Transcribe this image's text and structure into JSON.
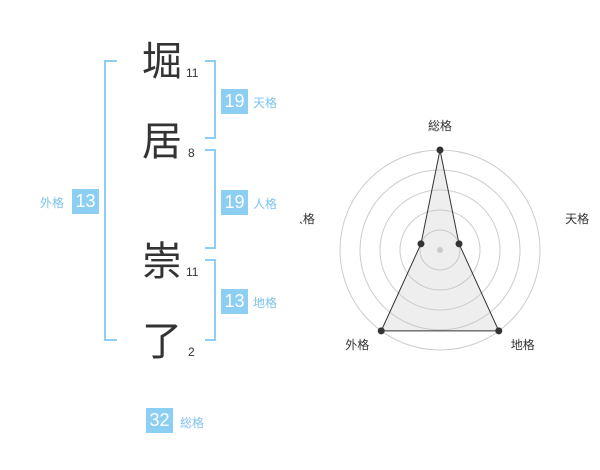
{
  "name": {
    "chars": [
      {
        "char": "堀",
        "strokes": "11"
      },
      {
        "char": "居",
        "strokes": "8"
      },
      {
        "char": "崇",
        "strokes": "11"
      },
      {
        "char": "了",
        "strokes": "2"
      }
    ]
  },
  "fortune": {
    "tenkaku": {
      "value": "19",
      "label": "天格"
    },
    "jinkaku": {
      "value": "19",
      "label": "人格"
    },
    "chikaku": {
      "value": "13",
      "label": "地格"
    },
    "gaikaku": {
      "value": "13",
      "label": "外格"
    },
    "soukaku": {
      "value": "32",
      "label": "総格"
    }
  },
  "colors": {
    "bracket": "#8ccff3",
    "badge_bg": "#8ccff3",
    "badge_text": "#ffffff",
    "label": "#7cc3ee"
  },
  "radar": {
    "axes": [
      "総格",
      "天格",
      "地格",
      "外格",
      "人格"
    ],
    "levels": [
      5,
      1,
      5,
      5,
      1
    ],
    "max": 5,
    "rings": 5
  }
}
